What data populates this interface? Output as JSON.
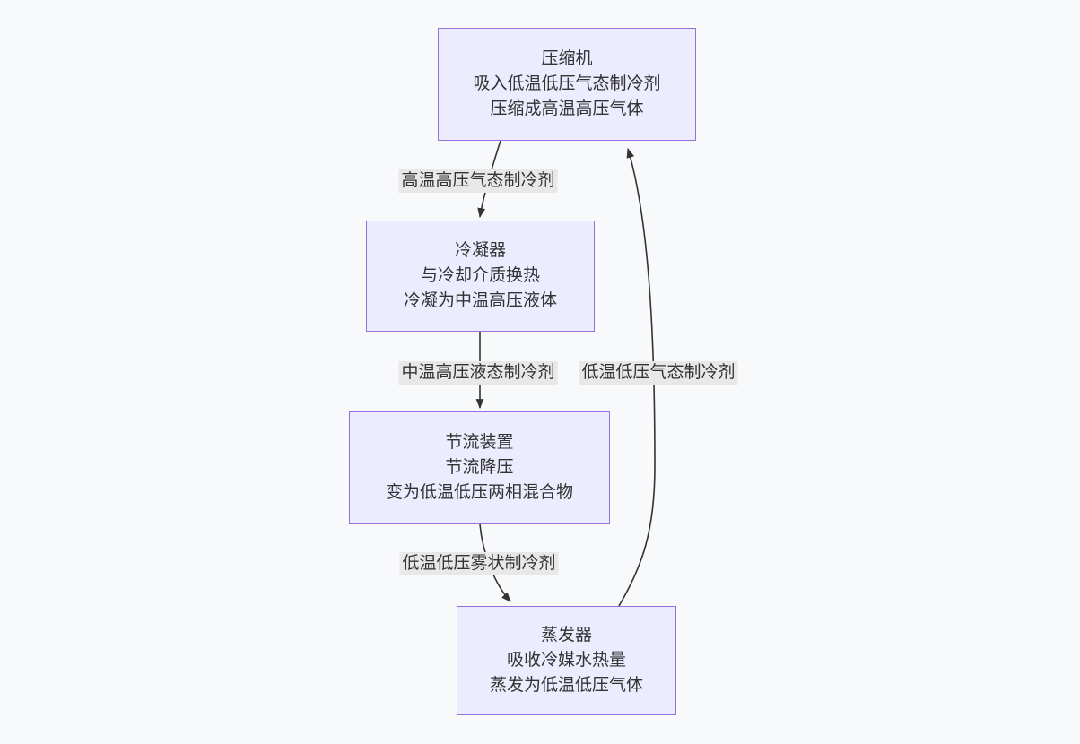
{
  "diagram": {
    "type": "flowchart",
    "direction": "top-down",
    "colors": {
      "background": "#f8f9fb",
      "node_fill": "#ECECFF",
      "node_border": "#9370DB",
      "edge_stroke": "#333333",
      "edge_label_background": "#e8e8e8",
      "text": "#333333"
    }
  },
  "nodes": [
    {
      "id": "compressor",
      "lines": [
        "压缩机",
        "吸入低温低压气态制冷剂",
        "压缩成高温高压气体"
      ]
    },
    {
      "id": "condenser",
      "lines": [
        "冷凝器",
        "与冷却介质换热",
        "冷凝为中温高压液体"
      ]
    },
    {
      "id": "throttle",
      "lines": [
        "节流装置",
        "节流降压",
        "变为低温低压两相混合物"
      ]
    },
    {
      "id": "evaporator",
      "lines": [
        "蒸发器",
        "吸收冷媒水热量",
        "蒸发为低温低压气体"
      ]
    }
  ],
  "edges": [
    {
      "from": "compressor",
      "to": "condenser",
      "label": "高温高压气态制冷剂"
    },
    {
      "from": "condenser",
      "to": "throttle",
      "label": "中温高压液态制冷剂"
    },
    {
      "from": "throttle",
      "to": "evaporator",
      "label": "低温低压雾状制冷剂"
    },
    {
      "from": "evaporator",
      "to": "compressor",
      "label": "低温低压气态制冷剂"
    }
  ]
}
